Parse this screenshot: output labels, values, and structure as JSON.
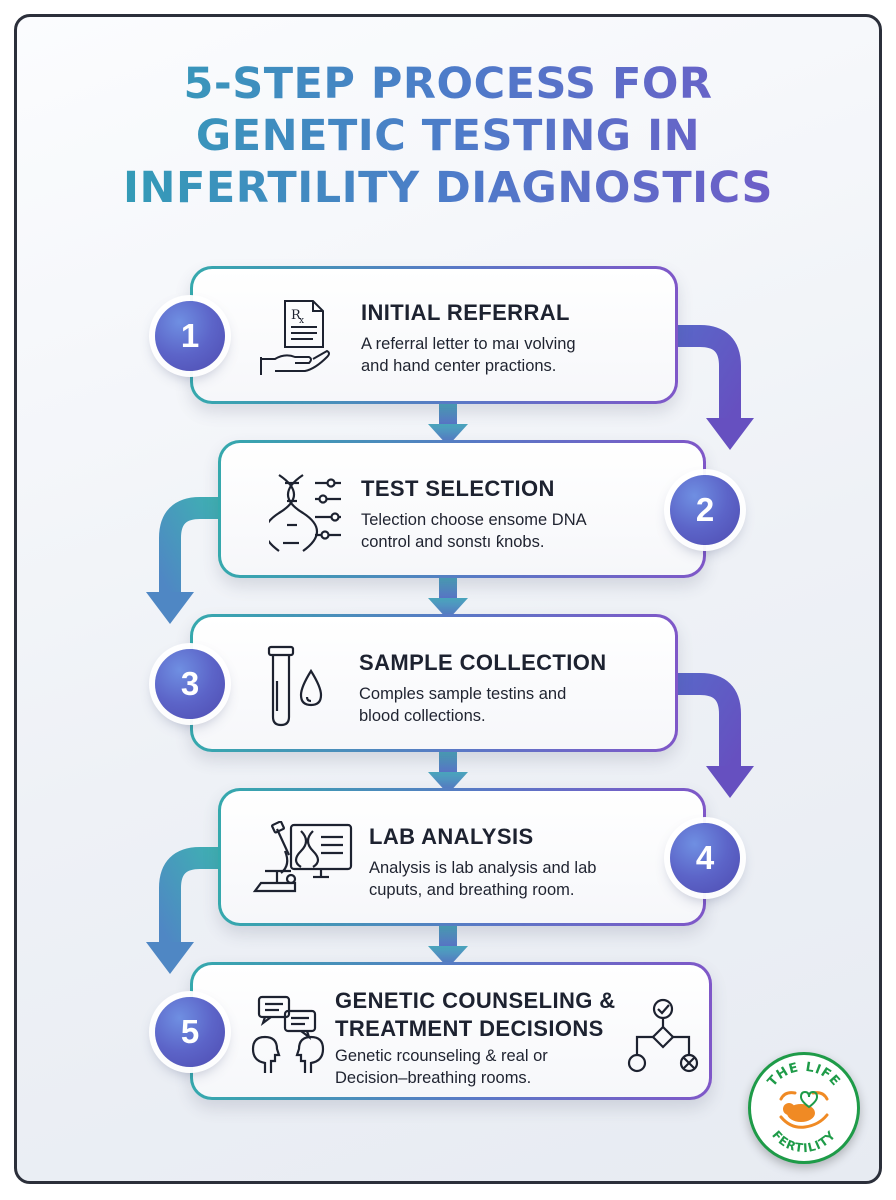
{
  "title_lines": [
    "5-STEP PROCESS FOR",
    "GENETIC TESTING IN",
    "INFERTILITY DIAGNOSTICS"
  ],
  "steps": [
    {
      "number": "1",
      "title_lines": [
        "INITIAL REFERRAL"
      ],
      "desc_lines": [
        "A referral letter to maı volving",
        "and hand center practions."
      ],
      "icon": "prescription-hand-icon"
    },
    {
      "number": "2",
      "title_lines": [
        "TEST SELECTION"
      ],
      "desc_lines": [
        "Telection choose ensome DNA",
        "control and sonstı ƙnobs."
      ],
      "icon": "dna-sliders-icon"
    },
    {
      "number": "3",
      "title_lines": [
        "SAMPLE COLLECTION"
      ],
      "desc_lines": [
        "Comples sample testins and",
        "blood collections."
      ],
      "icon": "test-tube-drop-icon"
    },
    {
      "number": "4",
      "title_lines": [
        "LAB ANALYSIS"
      ],
      "desc_lines": [
        "Analysis is lab analysis and lab",
        "cuputs, and breathing room."
      ],
      "icon": "microscope-monitor-icon"
    },
    {
      "number": "5",
      "title_lines": [
        "GENETIC COUNSELING &",
        "TREATMENT DECISIONS"
      ],
      "desc_lines": [
        "Genetic rcounseling & real or",
        "Decision–breathing rooms."
      ],
      "icon": "counseling-heads-icon"
    }
  ],
  "logo": {
    "top_text": "THE LIFE",
    "bottom_text": "FERTILITY"
  },
  "colors": {
    "teal": "#2aa7b0",
    "blue": "#4d7cc9",
    "purple": "#7a52c7",
    "arrow": "#4f8fc0",
    "logo_orange": "#f08a24",
    "logo_green": "#1e9b48"
  }
}
